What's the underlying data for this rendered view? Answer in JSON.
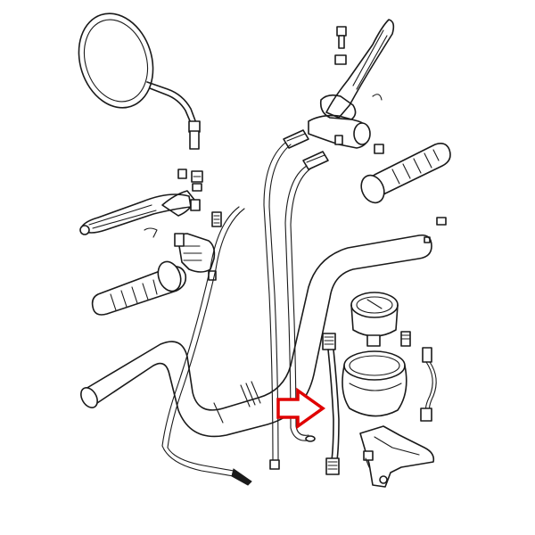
{
  "diagram": {
    "parts": [
      {
        "name": "mirror"
      },
      {
        "name": "clutch-lever"
      },
      {
        "name": "front-brake-lever"
      },
      {
        "name": "left-grip"
      },
      {
        "name": "right-throttle-grip"
      },
      {
        "name": "handlebar"
      },
      {
        "name": "throttle-cables"
      },
      {
        "name": "clutch-cable"
      },
      {
        "name": "speedometer"
      },
      {
        "name": "speedometer-cup"
      },
      {
        "name": "speedometer-cable"
      },
      {
        "name": "speedometer-bracket"
      },
      {
        "name": "wiring-connector"
      }
    ],
    "highlight": {
      "target": "speedometer-cable",
      "color": "#e00000"
    }
  }
}
